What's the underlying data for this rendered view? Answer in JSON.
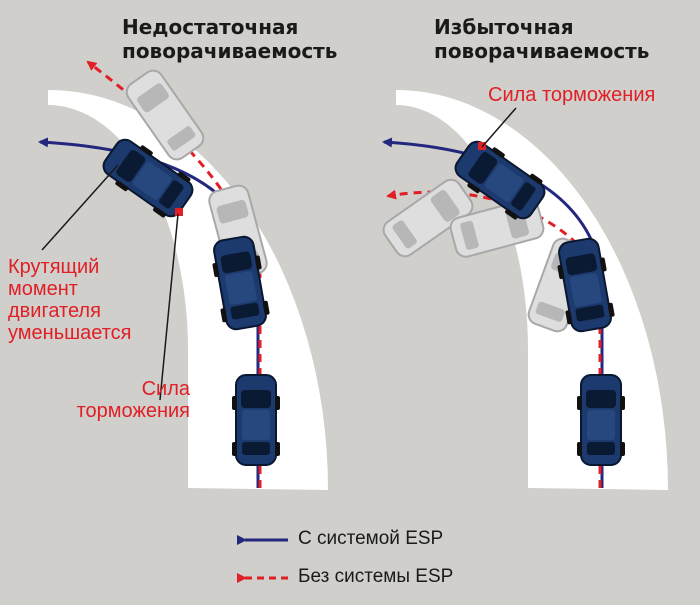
{
  "left_panel": {
    "title": "Недостаточная\nповорачиваемость",
    "torque_label": "Крутящий\nмомент\nдвигателя\nуменьшается",
    "braking_label": "Сила\nторможения"
  },
  "right_panel": {
    "title": "Избыточная\nповорачиваемость",
    "braking_label": "Сила торможения"
  },
  "legend": {
    "with_esp": "С системой ESP",
    "without_esp": "Без системы ESP"
  },
  "colors": {
    "background": "#d0cfcb",
    "road": "#ffffff",
    "esp_path": "#23277e",
    "no_esp_path": "#e01f26",
    "car_body": "#1c3a6e",
    "ghost_car": "#dedede"
  }
}
